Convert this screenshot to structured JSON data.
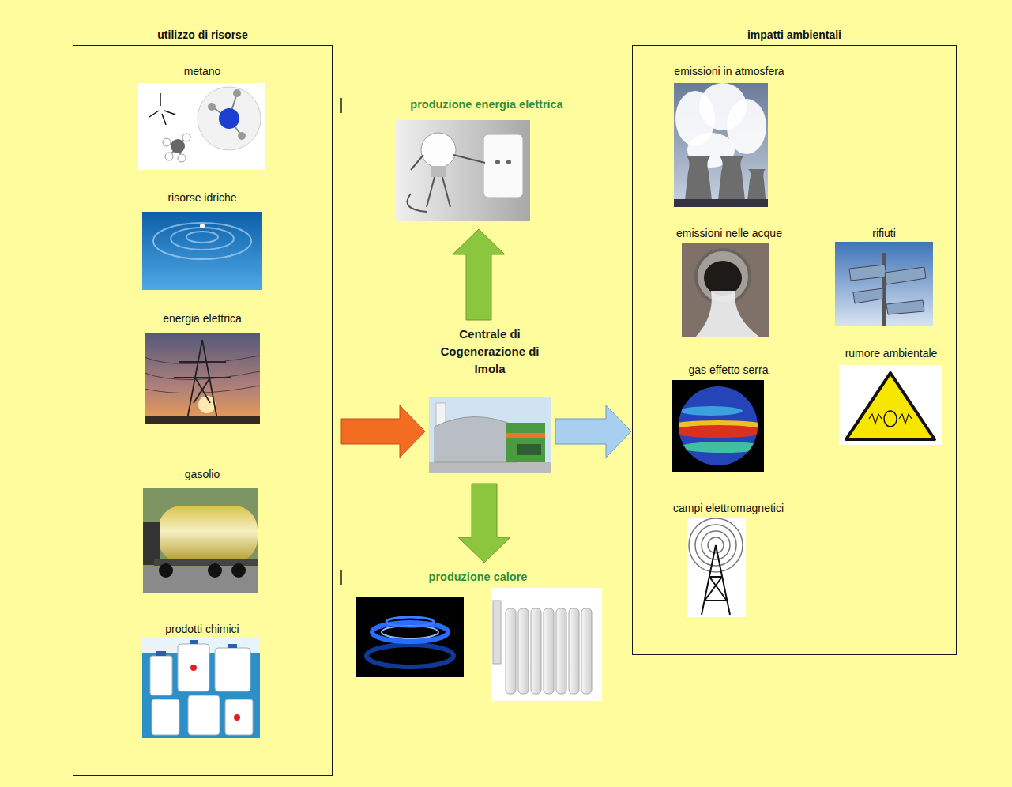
{
  "diagram": {
    "nodes": [
      {
        "text": [
          "utilizzo di risorse"
        ]
      },
      {
        "text": [
          "metano"
        ],
        "in": 0
      },
      {
        "text": [
          "risorse idriche"
        ],
        "in": 0
      },
      {
        "text": [
          "energia elettrica"
        ],
        "in": 0
      },
      {
        "text": [
          "gasolio"
        ],
        "in": 0
      },
      {
        "text": [
          "prodotti chimici"
        ],
        "in": 0
      },
      {
        "text": [
          "produzione energia elettrica"
        ]
      },
      {
        "text": [
          "Centrale di Cogenerazione di Imola"
        ]
      },
      {
        "text": [
          "produzione calore"
        ]
      },
      {
        "text": [
          "impatti ambientali"
        ]
      },
      {
        "text": [
          "emissioni in atmosfera"
        ],
        "in": 9
      },
      {
        "text": [
          "emissioni nelle acque"
        ],
        "in": 9
      },
      {
        "text": [
          "rifiuti"
        ],
        "in": 9
      },
      {
        "text": [
          "gas effetto serra"
        ],
        "in": 9
      },
      {
        "text": [
          "rumore ambientale"
        ],
        "in": 9
      },
      {
        "text": [
          "campi elettromagnetici"
        ],
        "in": 9
      }
    ],
    "edges": [
      {
        "from": 0,
        "to": 7,
        "arrow": "to"
      },
      {
        "from": 7,
        "to": 9,
        "arrow": "to"
      },
      {
        "from": 7,
        "to": 6,
        "arrow": "to"
      },
      {
        "from": 7,
        "to": 8,
        "arrow": "to"
      }
    ]
  }
}
